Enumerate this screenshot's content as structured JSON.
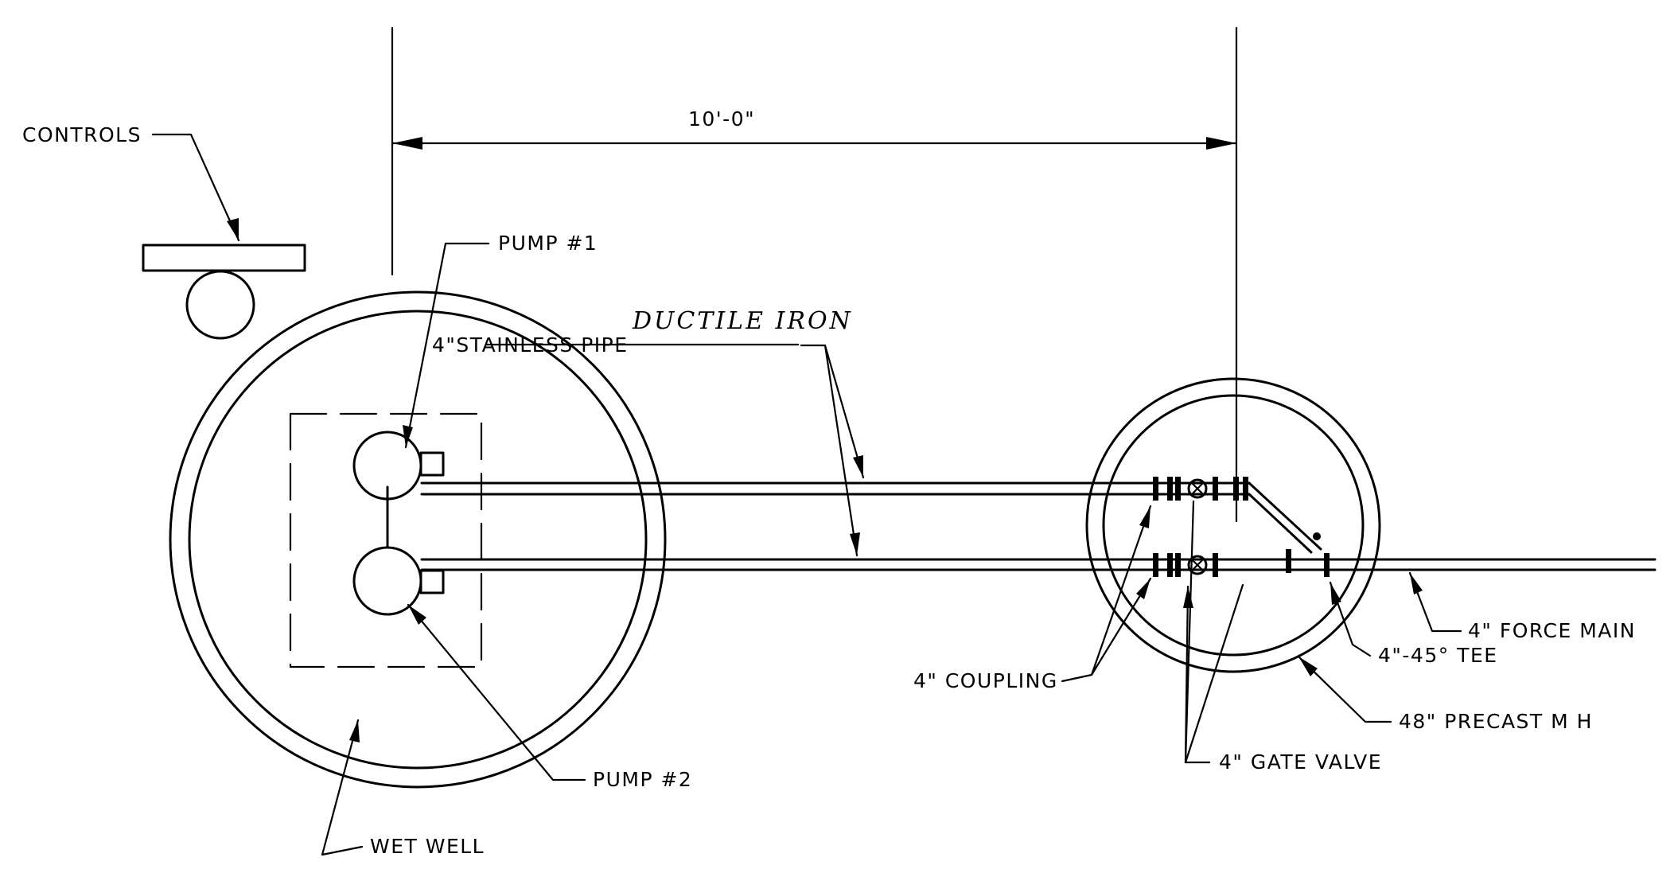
{
  "labels": {
    "dimension": "10'-0\"",
    "controls": "CONTROLS",
    "pump1": "PUMP #1",
    "pump2": "PUMP #2",
    "wet_well": "WET WELL",
    "pipe_handwritten": "DUCTILE IRON",
    "pipe_printed": "4\"STAINLESS PIPE",
    "coupling": "4\" COUPLING",
    "gate_valve": "4\" GATE VALVE",
    "force_main": "4\" FORCE MAIN",
    "tee": "4\"-45° TEE",
    "manhole": "48\" PRECAST M H"
  }
}
